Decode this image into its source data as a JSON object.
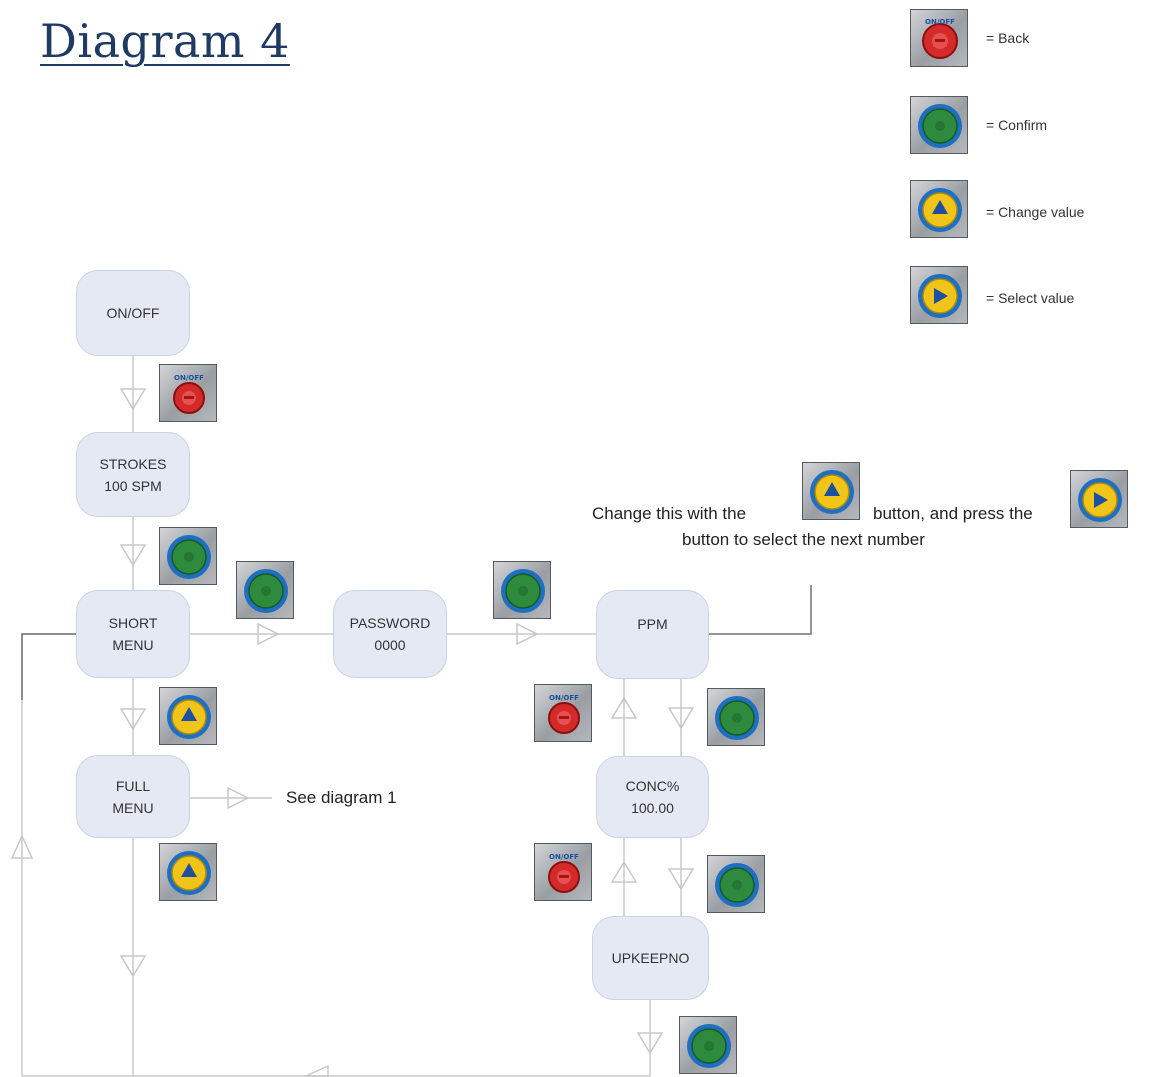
{
  "title": "Diagram 4",
  "colors": {
    "node_fill": "#e4e9f4",
    "node_border": "#c9d2e4",
    "title": "#1f3a63",
    "back_button": "#d42a2a",
    "confirm_button": "#2e8b3e",
    "value_button": "#f0c419",
    "button_ring": "#1e6fc2"
  },
  "legend": [
    {
      "icon": "back-button-icon",
      "label": "= Back"
    },
    {
      "icon": "confirm-button-icon",
      "label": "= Confirm"
    },
    {
      "icon": "change-value-button-icon",
      "label": "= Change value"
    },
    {
      "icon": "select-value-button-icon",
      "label": "= Select value"
    }
  ],
  "button_text": {
    "on_off": "ON/OFF"
  },
  "nodes": {
    "on_off": "ON/OFF",
    "strokes": "STROKES\n100 SPM",
    "short_menu": "SHORT\nMENU",
    "full_menu": "FULL\nMENU",
    "password": "PASSWORD\n0000",
    "ppm": "PPM",
    "conc": "CONC%\n100.00",
    "upkeep": "UPKEEPNO"
  },
  "notes": {
    "see_diagram": "See diagram  1",
    "change_prefix": "Change this with the",
    "change_middle": "button, and press the",
    "change_suffix": "button to select the next number"
  }
}
